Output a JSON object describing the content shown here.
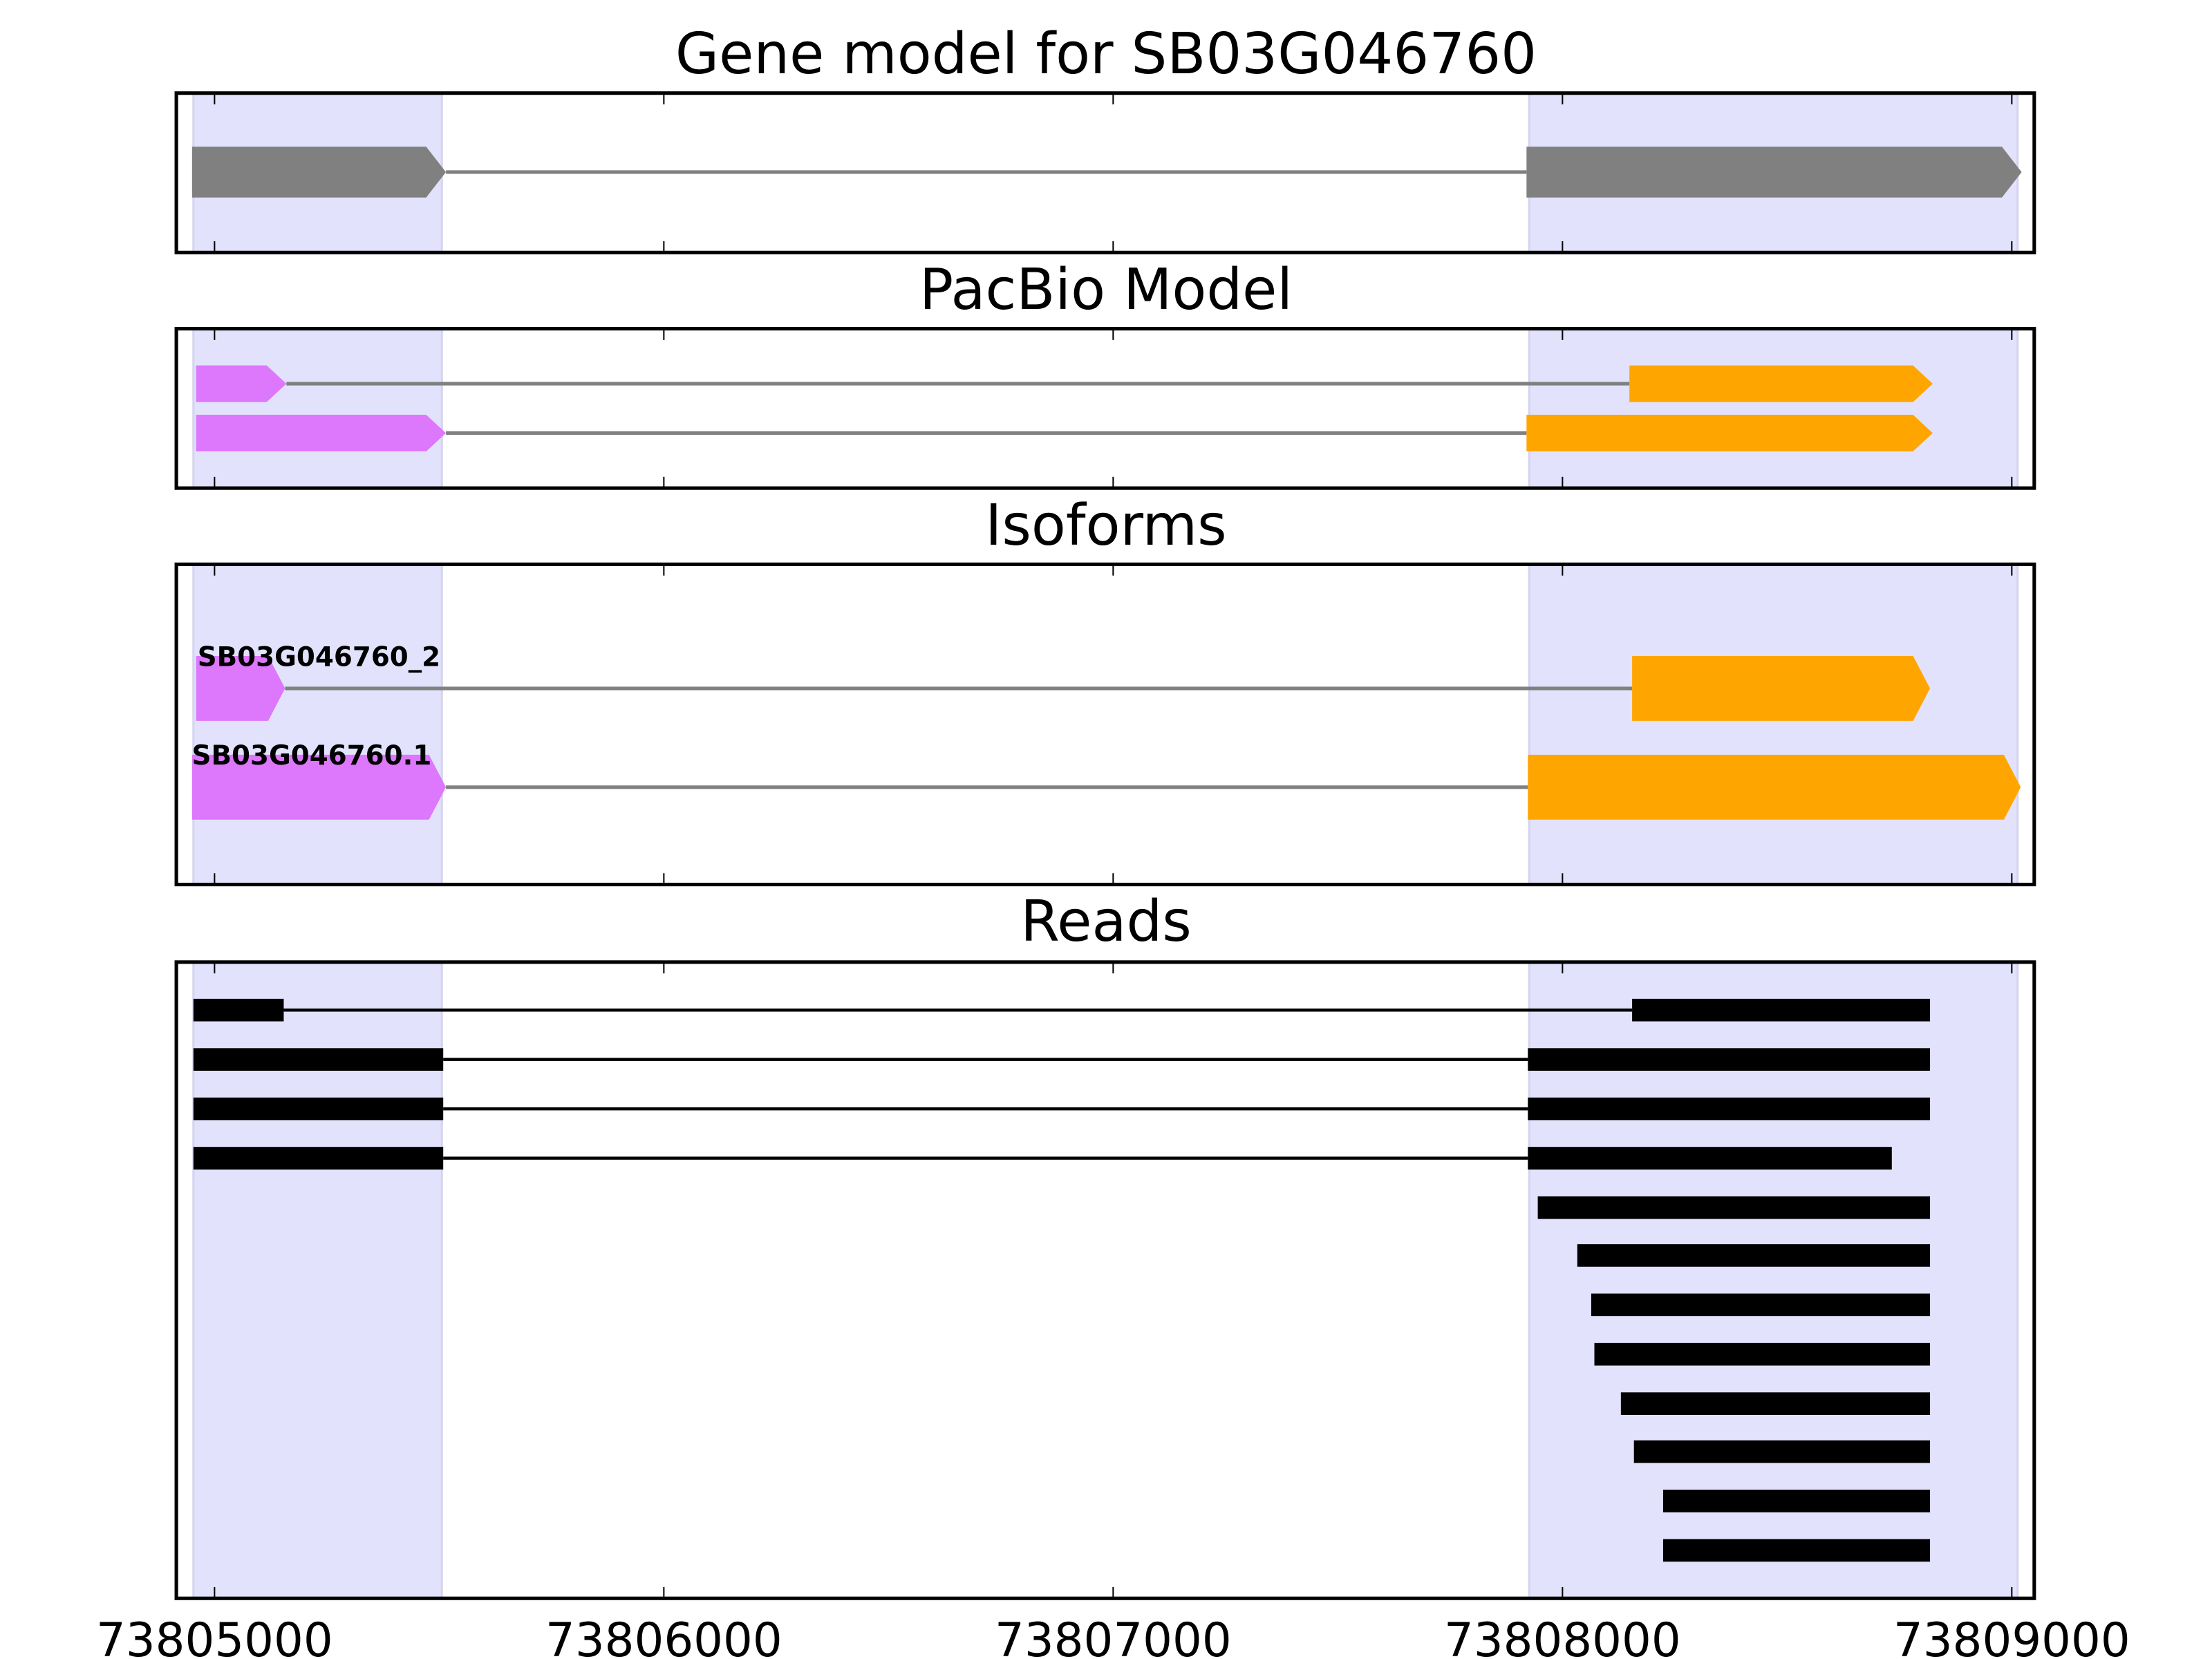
{
  "chart_data": {
    "type": "gene-track",
    "xlim": [
      73804915,
      73809050
    ],
    "xticks": [
      73805000,
      73806000,
      73807000,
      73808000,
      73809000
    ],
    "xtick_labels": [
      "73805000",
      "73806000",
      "73807000",
      "73808000",
      "73809000"
    ],
    "highlight_regions": [
      [
        73804953,
        73805506
      ],
      [
        73807926,
        73809013
      ]
    ],
    "colors": {
      "highlight": "#e2e2fc",
      "gene": "#808080",
      "exon1": "#dd77fc",
      "exon2": "#fea500",
      "intron": "#808080",
      "read": "#000000"
    },
    "panels": [
      {
        "title": "Gene model for SB03G046760",
        "kind": "gene",
        "tracks": [
          {
            "exons": [
              [
                73804950,
                73805515
              ],
              [
                73807920,
                73809022
              ]
            ]
          }
        ]
      },
      {
        "title": "PacBio Model",
        "kind": "pacbio",
        "tracks": [
          {
            "exons": [
              [
                73804959,
                73805160
              ],
              [
                73808149,
                73808824
              ]
            ]
          },
          {
            "exons": [
              [
                73804959,
                73805515
              ],
              [
                73807920,
                73808824
              ]
            ]
          }
        ]
      },
      {
        "title": "Isoforms",
        "kind": "isoform",
        "tracks": [
          {
            "label": "SB03G046760_2",
            "exons": [
              [
                73804959,
                73805157
              ],
              [
                73808155,
                73808818
              ]
            ]
          },
          {
            "label": "SB03G046760.1",
            "exons": [
              [
                73804950,
                73805515
              ],
              [
                73807923,
                73809020
              ]
            ]
          }
        ]
      },
      {
        "title": "Reads",
        "kind": "reads",
        "tracks": [
          {
            "exons": [
              [
                73804953,
                73805154
              ],
              [
                73808155,
                73808818
              ]
            ]
          },
          {
            "exons": [
              [
                73804953,
                73805509
              ],
              [
                73807923,
                73808818
              ]
            ]
          },
          {
            "exons": [
              [
                73804953,
                73805509
              ],
              [
                73807923,
                73808818
              ]
            ]
          },
          {
            "exons": [
              [
                73804953,
                73805509
              ],
              [
                73807923,
                73808733
              ]
            ]
          },
          {
            "exons": [
              [
                73807945,
                73808818
              ]
            ]
          },
          {
            "exons": [
              [
                73808033,
                73808818
              ]
            ]
          },
          {
            "exons": [
              [
                73808064,
                73808818
              ]
            ]
          },
          {
            "exons": [
              [
                73808071,
                73808818
              ]
            ]
          },
          {
            "exons": [
              [
                73808130,
                73808818
              ]
            ]
          },
          {
            "exons": [
              [
                73808159,
                73808818
              ]
            ]
          },
          {
            "exons": [
              [
                73808224,
                73808818
              ]
            ]
          },
          {
            "exons": [
              [
                73808224,
                73808818
              ]
            ]
          }
        ]
      }
    ]
  }
}
